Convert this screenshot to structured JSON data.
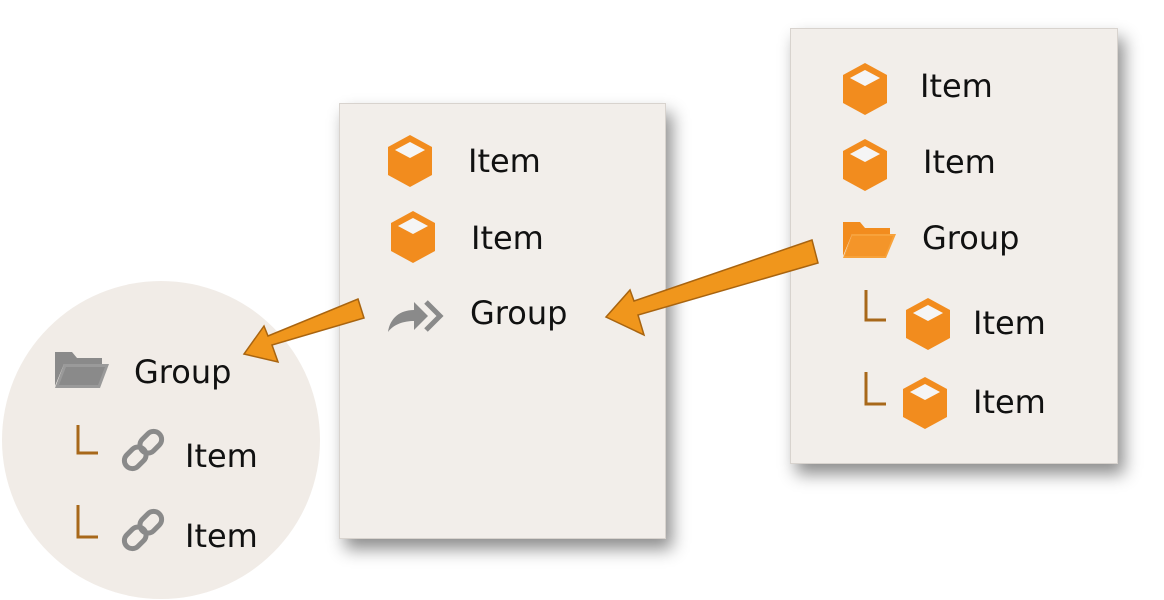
{
  "right_panel": {
    "items": [
      {
        "label": "Item",
        "icon": "cube-icon"
      },
      {
        "label": "Item",
        "icon": "cube-icon"
      },
      {
        "label": "Group",
        "icon": "folder-open-icon"
      },
      {
        "label": "Item",
        "icon": "cube-icon",
        "child": true
      },
      {
        "label": "Item",
        "icon": "cube-icon",
        "child": true
      }
    ]
  },
  "middle_panel": {
    "items": [
      {
        "label": "Item",
        "icon": "cube-icon"
      },
      {
        "label": "Item",
        "icon": "cube-icon"
      },
      {
        "label": "Group",
        "icon": "shortcut-arrow-icon"
      }
    ]
  },
  "left_circle": {
    "items": [
      {
        "label": "Group",
        "icon": "folder-open-icon"
      },
      {
        "label": "Item",
        "icon": "link-icon",
        "child": true
      },
      {
        "label": "Item",
        "icon": "link-icon",
        "child": true
      }
    ]
  },
  "colors": {
    "orange": "#f28c1e",
    "arrow": "#f0961c",
    "arrow_border": "#a86410",
    "panel_bg": "#f2eeea",
    "gray_icon": "#8a8a8a",
    "tree_line": "#a8681a"
  }
}
